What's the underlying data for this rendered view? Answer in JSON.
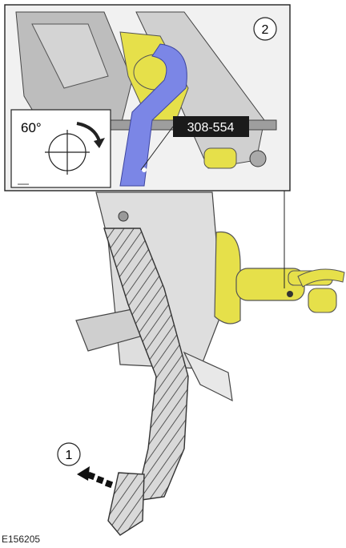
{
  "figure": {
    "id_label": "E156205"
  },
  "callouts": {
    "step1": "1",
    "step2": "2"
  },
  "inset": {
    "angle_label": "60°",
    "tool_label": "308-554"
  },
  "colors": {
    "part_yellow": "#e6e04a",
    "tool_blue": "#7b86e6",
    "bracket_grey": "#d8d8d8",
    "outline": "#333333"
  }
}
